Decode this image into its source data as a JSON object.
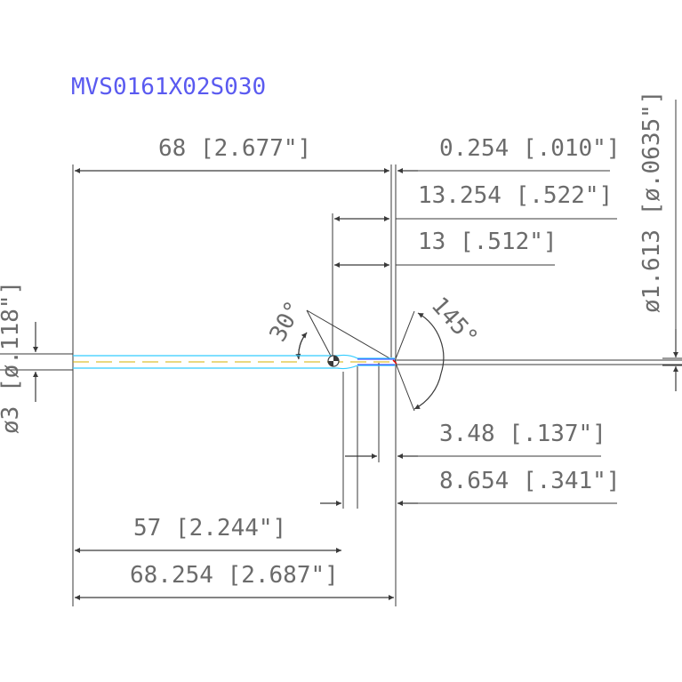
{
  "title": "MVS0161X02S030",
  "colors": {
    "title": "#5a5af0",
    "line": "#3a3a3a",
    "text": "#6b6b6b",
    "tool_cyan": "#33ccff",
    "tool_yellow": "#d4b000",
    "tool_blue": "#3333ff",
    "tool_red": "#e60000"
  },
  "dimensions": {
    "d_68": "68 [2.677\"]",
    "d_0254": "0.254 [.010\"]",
    "d_13254": "13.254 [.522\"]",
    "d_13": "13 [.512\"]",
    "d_dia1613": "ø1.613 [ø.0635\"]",
    "d_dia3": "ø3 [ø.118\"]",
    "d_30": "30°",
    "d_145": "145°",
    "d_348": "3.48 [.137\"]",
    "d_8654": "8.654 [.341\"]",
    "d_57": "57 [2.244\"]",
    "d_68254": "68.254 [2.687\"]"
  }
}
